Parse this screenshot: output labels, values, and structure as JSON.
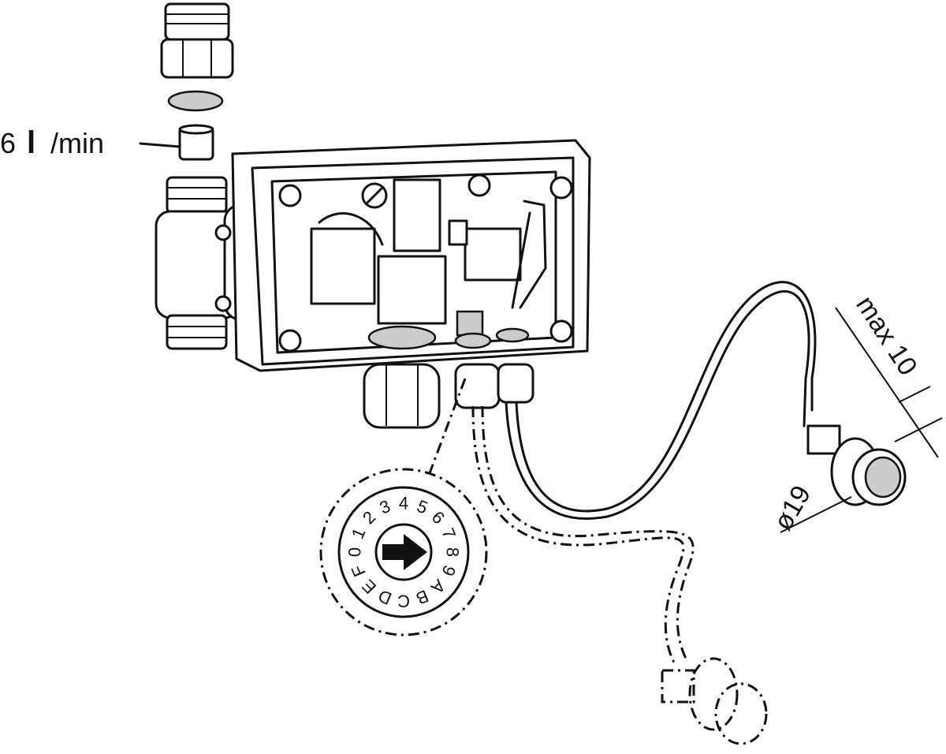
{
  "labels": {
    "flow_value": "6",
    "flow_unit_litre": "l",
    "flow_unit_per_min": "/min",
    "max_length": "max 10",
    "diameter": "ø19"
  },
  "dial": {
    "positions": [
      "0",
      "1",
      "2",
      "3",
      "4",
      "5",
      "6",
      "7",
      "8",
      "9",
      "A",
      "B",
      "C",
      "D",
      "E",
      "F"
    ]
  },
  "colors": {
    "line": "#111111",
    "fill": "#ffffff",
    "shade": "#cccccc"
  }
}
